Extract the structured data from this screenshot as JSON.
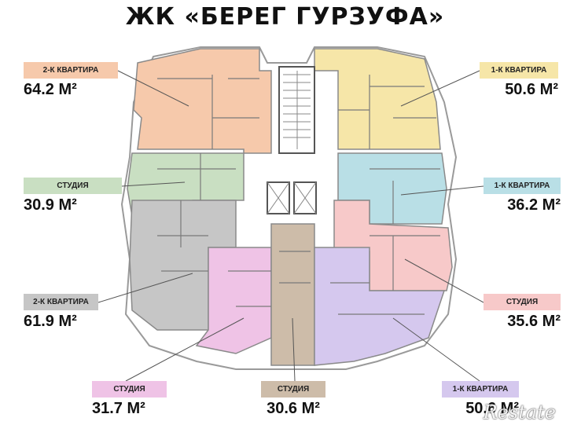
{
  "title": "ЖК «БЕРЕГ ГУРЗУФА»",
  "watermark": "Restate",
  "units": [
    {
      "id": "a",
      "type": "2-К КВАРТИРА",
      "area": "64.2 М²",
      "color": "#f6c9ab"
    },
    {
      "id": "b",
      "type": "1-К КВАРТИРА",
      "area": "50.6 М²",
      "color": "#f6e6a8"
    },
    {
      "id": "c",
      "type": "СТУДИЯ",
      "area": "30.9 М²",
      "color": "#c9dfc2"
    },
    {
      "id": "d",
      "type": "1-К КВАРТИРА",
      "area": "36.2 М²",
      "color": "#b9dfe6"
    },
    {
      "id": "e",
      "type": "2-К КВАРТИРА",
      "area": "61.9 М²",
      "color": "#c6c6c6"
    },
    {
      "id": "f",
      "type": "СТУДИЯ",
      "area": "35.6 М²",
      "color": "#f7c9c9"
    },
    {
      "id": "g",
      "type": "СТУДИЯ",
      "area": "31.7 М²",
      "color": "#efc3e6"
    },
    {
      "id": "h",
      "type": "СТУДИЯ",
      "area": "30.6 М²",
      "color": "#cdbca9"
    },
    {
      "id": "i",
      "type": "1-К КВАРТИРА",
      "area": "50.6 М²",
      "color": "#d5c8ee"
    }
  ]
}
